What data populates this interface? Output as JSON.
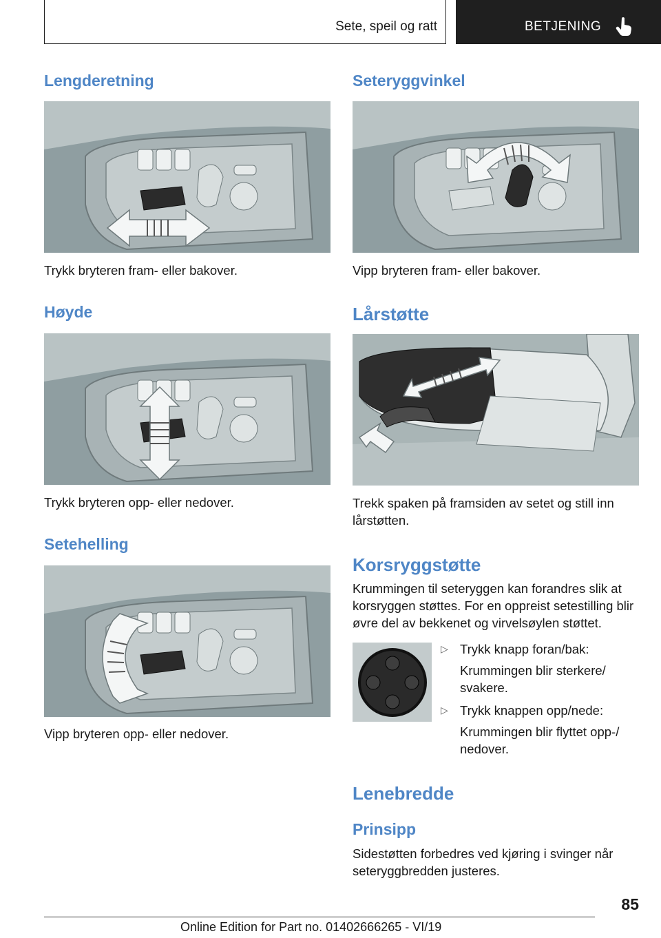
{
  "header": {
    "section": "Sete, speil og ratt",
    "chapter": "BETJENING",
    "chapter_icon": "pointing-hand-icon"
  },
  "left": {
    "s1": {
      "title": "Lengderetning",
      "caption": "Trykk bryteren fram- eller bakover."
    },
    "s2": {
      "title": "Høyde",
      "caption": "Trykk bryteren opp- eller nedover."
    },
    "s3": {
      "title": "Setehelling",
      "caption": "Vipp bryteren opp- eller nedover."
    }
  },
  "right": {
    "s1": {
      "title": "Seteryggvinkel",
      "caption": "Vipp bryteren fram- eller bakover."
    },
    "s2": {
      "title": "Lårstøtte",
      "caption": "Trekk spaken på framsiden av setet og still inn lårstøtten."
    },
    "s3": {
      "title": "Korsryggstøtte",
      "body": "Krummingen til seteryggen kan forandres slik at korsryggen støttes. For en oppreist setestilling blir øvre del av bekkenet og virvelsøylen støttet.",
      "bullets": [
        {
          "text": "Trykk knapp foran/bak:",
          "sub": "Krummingen blir sterkere/ svakere."
        },
        {
          "text": "Trykk knappen opp/nede:",
          "sub": "Krummingen blir flyttet opp-/ nedover."
        }
      ]
    },
    "s4": {
      "title": "Lenebredde",
      "subtitle": "Prinsipp",
      "body": "Sidestøtten forbedres ved kjøring i svinger når seteryggbredden justeres."
    }
  },
  "footer": {
    "page": "85",
    "edition": "Online Edition for Part no. 01402666265 - VI/19"
  },
  "colors": {
    "heading": "#4f86c6",
    "illustration_bg": "#8e9da0",
    "header_dark": "#1f1f1f"
  }
}
